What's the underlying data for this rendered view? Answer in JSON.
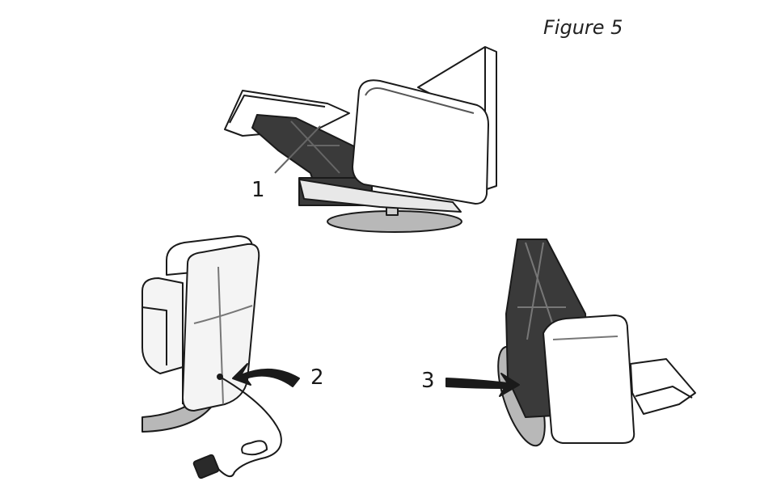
{
  "figure": {
    "title": "Figure 5"
  },
  "steps": [
    {
      "label": "1"
    },
    {
      "label": "2"
    },
    {
      "label": "3"
    }
  ],
  "colors": {
    "outline": "#1a1a1a",
    "frame": "#3a3a3a",
    "base": "#b8b8b8",
    "upholstery": "#ffffff",
    "shade": "#ececec"
  }
}
